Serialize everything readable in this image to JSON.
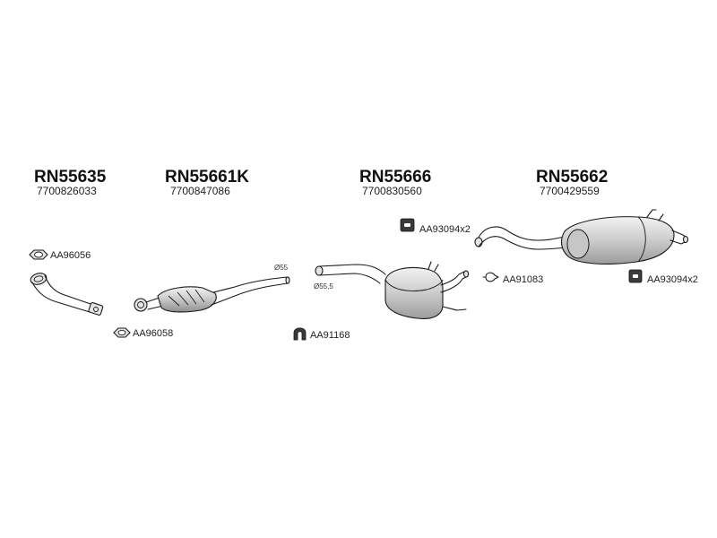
{
  "parts": [
    {
      "code": "RN55635",
      "oe_number": "7700826033"
    },
    {
      "code": "RN55661K",
      "oe_number": "7700847086"
    },
    {
      "code": "RN55666",
      "oe_number": "7700830560"
    },
    {
      "code": "RN55662",
      "oe_number": "7700429559"
    }
  ],
  "accessories": {
    "gasket_front": "AA96056",
    "gasket_cat": "AA96058",
    "clamp_mid": "AA91168",
    "hanger_mid": "AA93094x2",
    "clamp_rear": "AA91083",
    "hanger_rear": "AA93094x2"
  },
  "dimensions": {
    "cat_outlet": "Ø55",
    "mid_inlet": "Ø55,5"
  },
  "colors": {
    "line": "#1a1a1a",
    "component_fill": "#d0d0d0",
    "component_highlight": "#f2f2f2",
    "rubber_hanger": "#3a3a3a"
  }
}
